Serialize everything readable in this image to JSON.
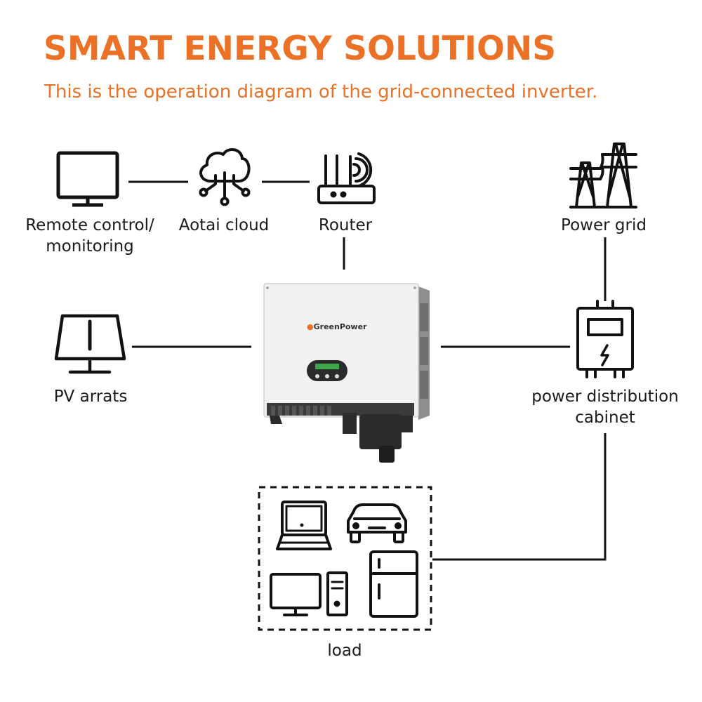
{
  "header": {
    "title": "SMART ENERGY SOLUTIONS",
    "subtitle": "This is the operation diagram of the grid-connected inverter."
  },
  "nodes": {
    "remote": {
      "label_line1": "Remote control/",
      "label_line2": "monitoring",
      "icon": "monitor-icon"
    },
    "cloud": {
      "label": "Aotai cloud",
      "icon": "cloud-network-icon"
    },
    "router": {
      "label": "Router",
      "icon": "router-icon"
    },
    "grid": {
      "label": "Power grid",
      "icon": "transmission-tower-icon"
    },
    "pv": {
      "label": "PV arrats",
      "icon": "solar-panel-icon"
    },
    "inverter": {
      "brand": "GreenPower",
      "icon": "inverter-icon"
    },
    "cabinet": {
      "label_line1": "power distribution",
      "label_line2": "cabinet",
      "icon": "distribution-cabinet-icon"
    },
    "load": {
      "label": "load",
      "icons": [
        "laptop-icon",
        "car-icon",
        "desktop-computer-icon",
        "refrigerator-icon"
      ]
    }
  },
  "colors": {
    "accent": "#ea7126",
    "line": "#111111",
    "inverter_body": "#f1f1f1",
    "inverter_dark": "#2b2b2b"
  }
}
